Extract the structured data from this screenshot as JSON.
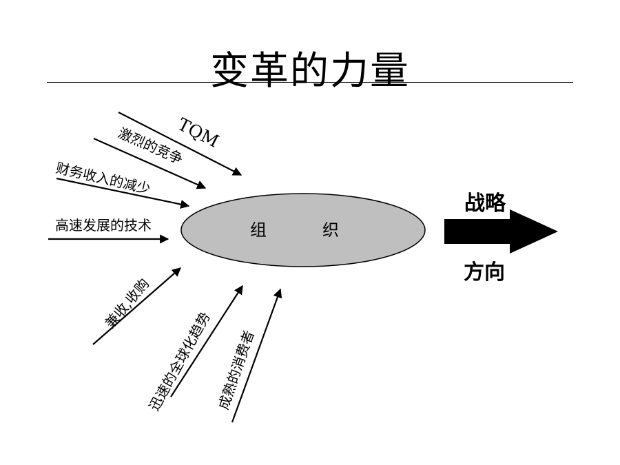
{
  "slide": {
    "title": "变革的力量"
  },
  "diagram": {
    "center": {
      "label_left": "组",
      "label_right": "织"
    },
    "forces_in": [
      "TQM",
      "激烈的竞争",
      "财务收入的减少",
      "高速发展的技术",
      "兼收,收购",
      "迅速的全球化趋势",
      "成熟的消费者"
    ],
    "output": {
      "top_label": "战略",
      "bottom_label": "方向"
    }
  },
  "colors": {
    "ellipse_fill": "#bfbfbf",
    "stroke": "#000000",
    "output_arrow": "#000000"
  }
}
